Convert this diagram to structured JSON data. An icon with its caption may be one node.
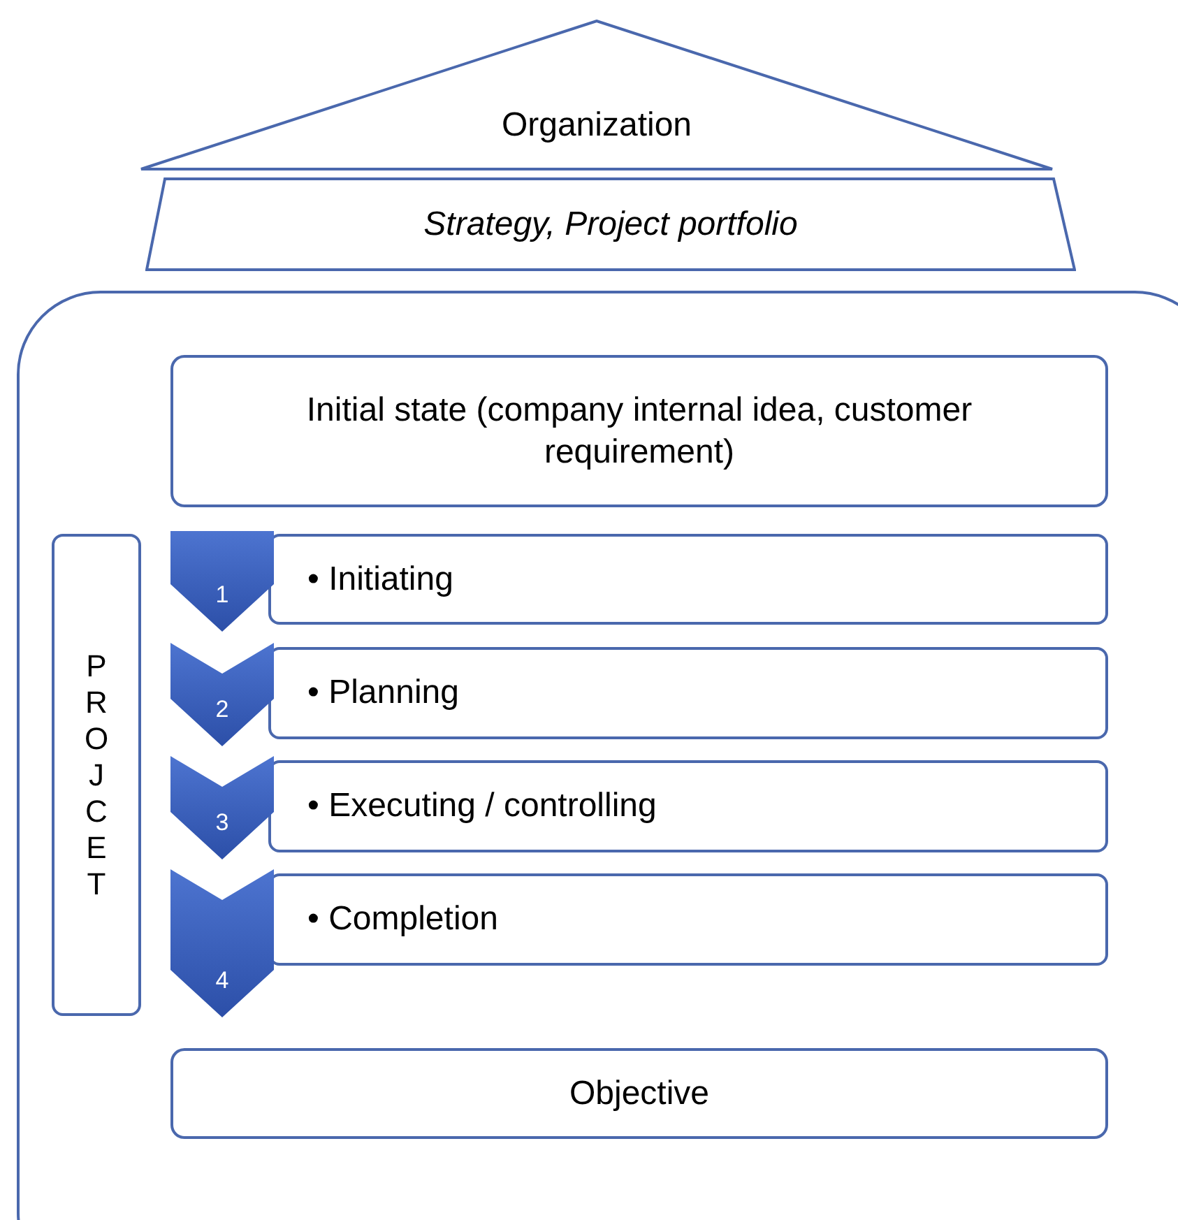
{
  "diagram": {
    "nodes": [
      {
        "text": [
          "Organization"
        ]
      },
      {
        "text": [
          "Strategy, Project portfolio"
        ]
      },
      {
        "text": [],
        "shape": "box"
      },
      {
        "text": [
          "Initial state (company internal idea, customer requirement)"
        ],
        "in": 2
      },
      {
        "text": [
          "PROJCET"
        ],
        "in": 2
      },
      {
        "text": [
          "1"
        ],
        "in": 2
      },
      {
        "text": [
          "• Initiating"
        ],
        "in": 2
      },
      {
        "text": [
          "2"
        ],
        "in": 2
      },
      {
        "text": [
          "• Planning"
        ],
        "in": 2
      },
      {
        "text": [
          "3"
        ],
        "in": 2
      },
      {
        "text": [
          "• Executing / controlling"
        ],
        "in": 2
      },
      {
        "text": [
          "4"
        ],
        "in": 2
      },
      {
        "text": [
          "• Completion"
        ],
        "in": 2
      },
      {
        "text": [
          "Objective"
        ],
        "in": 2
      }
    ]
  }
}
